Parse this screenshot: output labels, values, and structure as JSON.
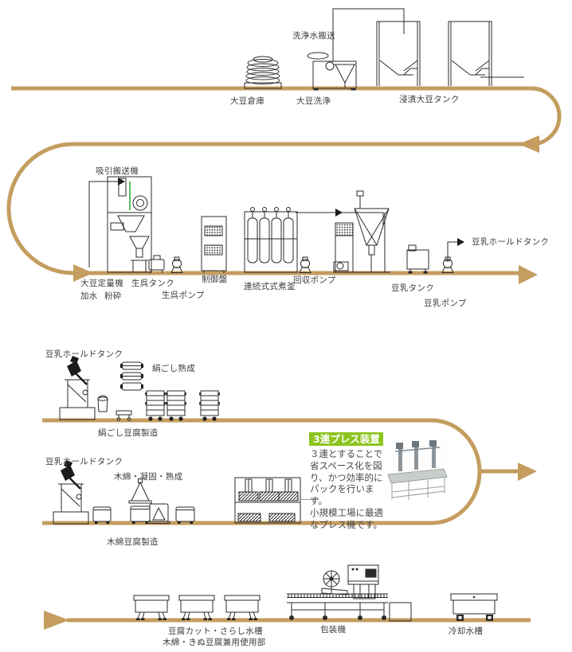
{
  "colors": {
    "flow_line": "#C49D5F",
    "callout_green": "#8CC41E",
    "line_art": "#2b2b2b",
    "text": "#3d3d3d"
  },
  "receiving": {
    "washing_water_transport": "洗浄水搬送",
    "soybean_warehouse": "大豆倉庫",
    "soybean_washing": "大豆洗浄",
    "soaked_soybean_tank": "浸漬大豆タンク"
  },
  "grinding_cooking": {
    "suction_conveyor": "吸引搬送機",
    "soybean_metering_machine": "大豆定量機",
    "water_addition": "加水",
    "crushing": "粉砕",
    "raw_go_tank": "生呉タンク",
    "raw_go_pump": "生呉ポンプ",
    "control_panel": "制御盤",
    "continuous_cooking_kettle": "連続式式煮釜",
    "recovery_pump": "回収ポンプ",
    "soymilk_tank": "豆乳タンク",
    "soymilk_pump": "豆乳ポンプ",
    "soymilk_hold_tank": "豆乳ホールドタンク"
  },
  "silken_line": {
    "soymilk_hold_tank": "豆乳ホールドタンク",
    "silken_aging": "絹ごし熟成",
    "silken_tofu_production": "絹ごし豆腐製造"
  },
  "momen_line": {
    "soymilk_hold_tank": "豆乳ホールドタンク",
    "momen_coagulation_aging": "木綿・凝固・熟成",
    "momen_tofu_production": "木綿豆腐製造",
    "press_callout": {
      "title": "3連プレス装置",
      "body": "３連とすることで\n省スペース化を図\nり、かつ効率的に\nパックを行います。\n小規模工場に最適\nなプレス機です。"
    }
  },
  "finishing": {
    "tofu_cut_rinse_tank": "豆腐カット・さらし水槽",
    "dual_use_section": "木綿・きぬ豆腐兼用使用部",
    "packaging_machine": "包装機",
    "cooling_tank": "冷却水槽"
  }
}
